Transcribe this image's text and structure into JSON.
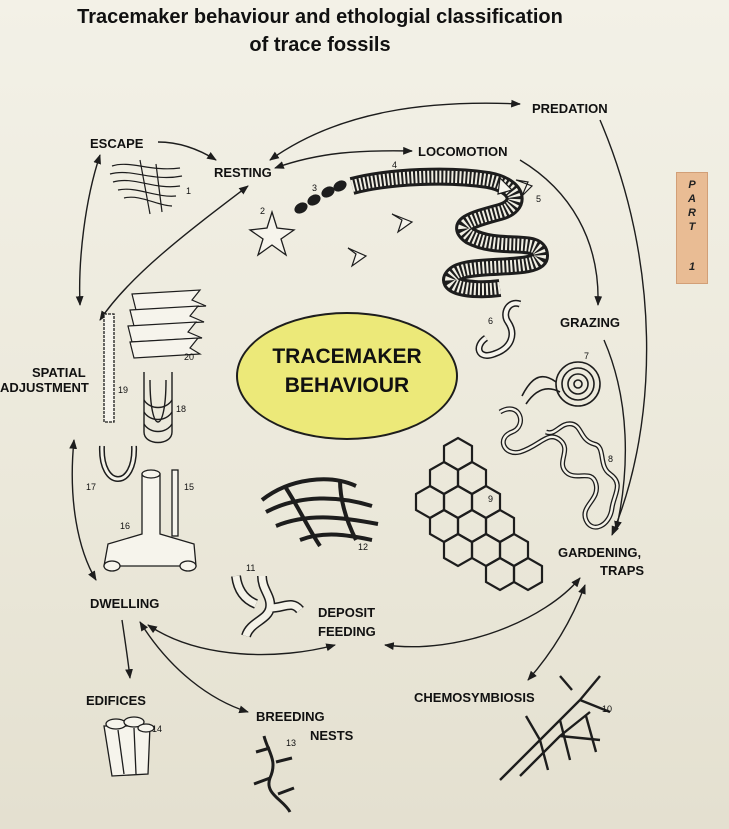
{
  "title": {
    "line1": "Tracemaker behaviour and ethologial classification",
    "line2": "of trace fossils"
  },
  "center": {
    "line1": "TRACEMAKER",
    "line2": "BEHAVIOUR"
  },
  "side_tab": {
    "letters": [
      "P",
      "A",
      "R",
      "T"
    ],
    "number": "1"
  },
  "categories": {
    "predation": "PREDATION",
    "escape": "ESCAPE",
    "resting": "RESTING",
    "locomotion": "LOCOMOTION",
    "grazing": "GRAZING",
    "spatial_adjustment_line1": "SPATIAL",
    "spatial_adjustment_line2": "ADJUSTMENT",
    "gardening_line1": "GARDENING,",
    "gardening_line2": "TRAPS",
    "dwelling": "DWELLING",
    "deposit_feeding_line1": "DEPOSIT",
    "deposit_feeding_line2": "FEEDING",
    "edifices": "EDIFICES",
    "breeding_nests_line1": "BREEDING",
    "breeding_nests_line2": "NESTS",
    "chemosymbiosis": "CHEMOSYMBIOSIS"
  },
  "specimen_numbers": [
    "1",
    "2",
    "3",
    "4",
    "5",
    "6",
    "7",
    "8",
    "9",
    "10",
    "11",
    "12",
    "13",
    "14",
    "15",
    "16",
    "17",
    "18",
    "19",
    "20"
  ],
  "colors": {
    "center_fill": "#ece979",
    "side_tab_fill": "#e9bc94",
    "ink": "#1d1d1d",
    "paper": "#efede2"
  }
}
